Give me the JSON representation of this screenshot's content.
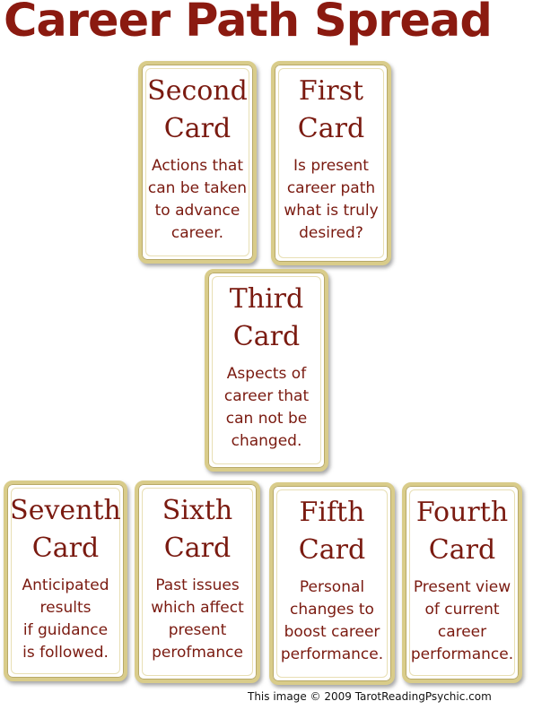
{
  "title": "Career Path Spread",
  "colors": {
    "accent": "#8b1a10",
    "card_border": "#d9cc8a"
  },
  "cards": {
    "second": {
      "line1": "Second",
      "line2": "Card",
      "desc": "Actions that\ncan be taken\nto advance\ncareer."
    },
    "first": {
      "line1": "First",
      "line2": "Card",
      "desc": "Is present\ncareer path\nwhat is truly\ndesired?"
    },
    "third": {
      "line1": "Third",
      "line2": "Card",
      "desc": "Aspects of\ncareer that\ncan not be\nchanged."
    },
    "seventh": {
      "line1": "Seventh",
      "line2": "Card",
      "desc": "Anticipated\nresults\n if guidance\nis followed."
    },
    "sixth": {
      "line1": "Sixth",
      "line2": "Card",
      "desc": "Past issues\nwhich affect\npresent\nperofmance"
    },
    "fifth": {
      "line1": "Fifth",
      "line2": "Card",
      "desc": "Personal\nchanges to\nboost career\nperformance."
    },
    "fourth": {
      "line1": "Fourth",
      "line2": "Card",
      "desc": "Present view\nof current\ncareer\nperformance."
    }
  },
  "copyright": "This image © 2009 TarotReadingPsychic.com"
}
